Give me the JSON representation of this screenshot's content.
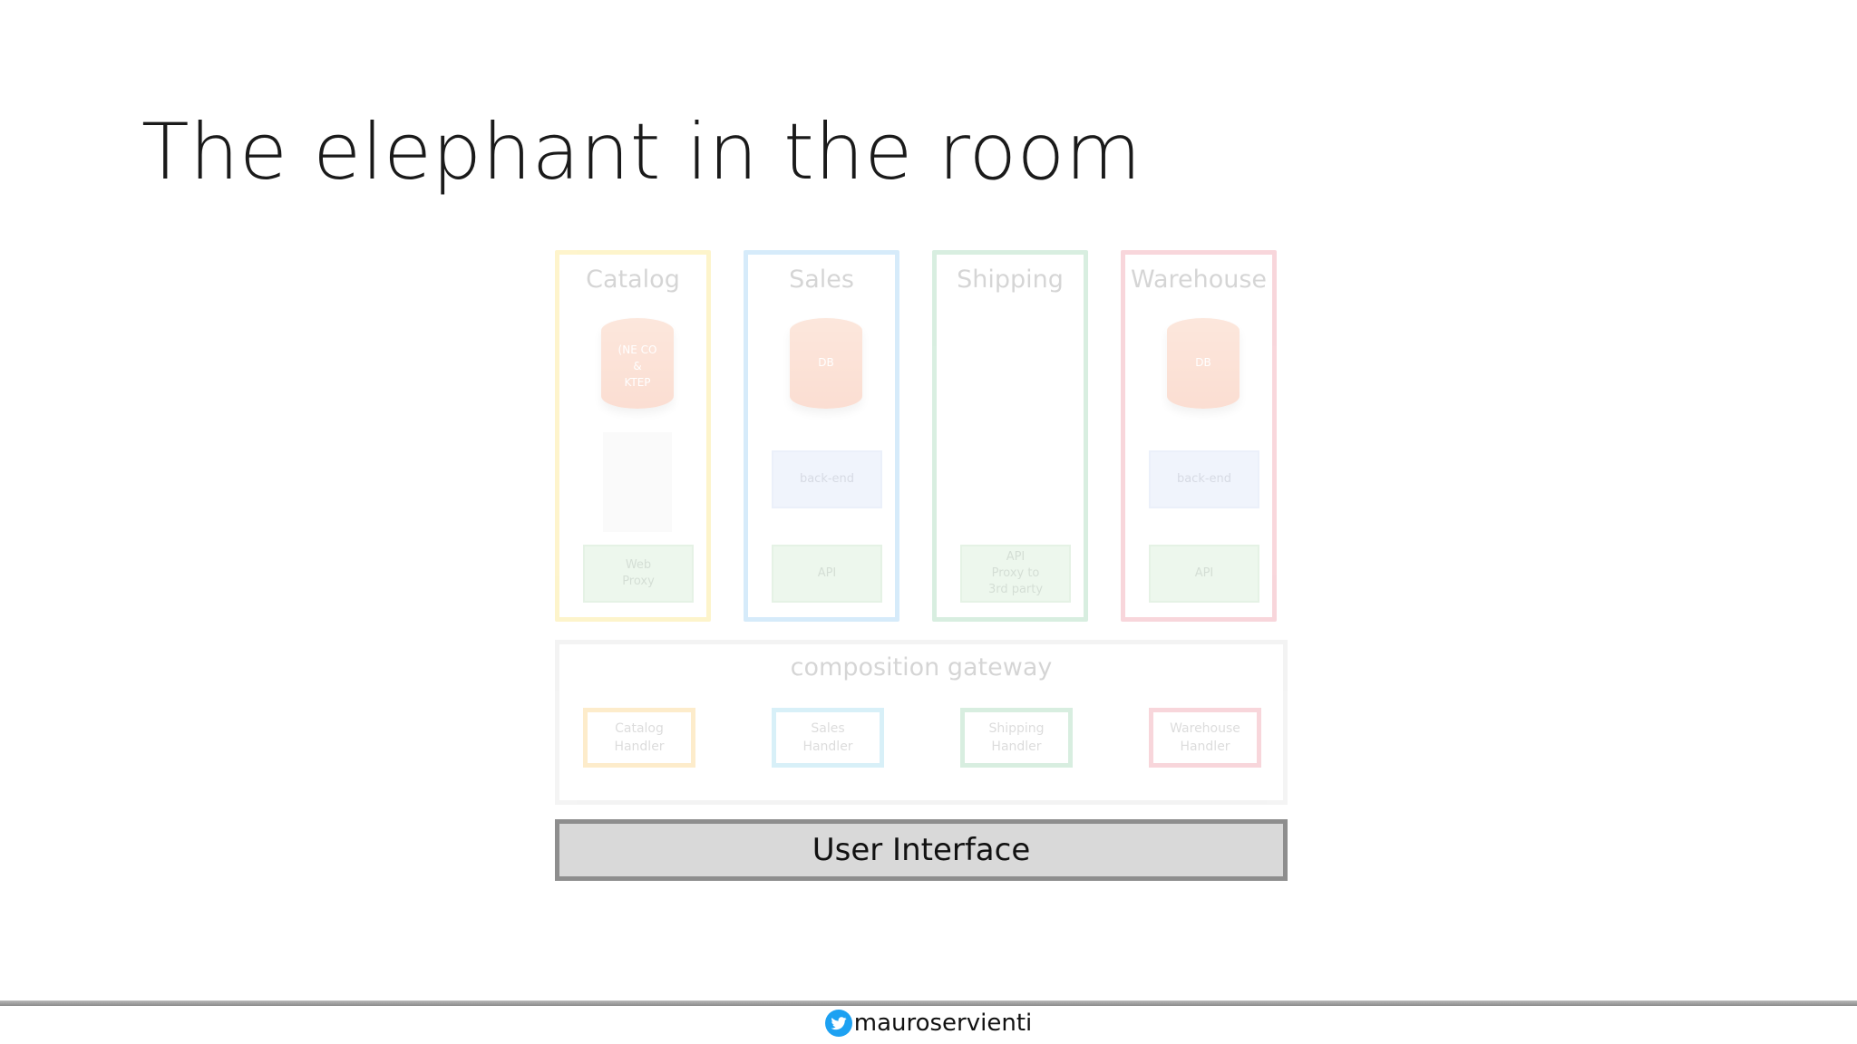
{
  "slide": {
    "title": "The elephant in the room"
  },
  "domains": [
    {
      "label": "Catalog",
      "color": "#f9c900",
      "db": [
        "(NE CO",
        "&",
        "KTEP"
      ],
      "bottom": [
        "Web",
        "Proxy"
      ]
    },
    {
      "label": "Sales",
      "color": "#3aa0e8",
      "db": [
        "DB"
      ],
      "middle": "back-end",
      "bottom": "API"
    },
    {
      "label": "Shipping",
      "color": "#3fae6a",
      "bottom": [
        "API",
        "Proxy to",
        "3rd party"
      ]
    },
    {
      "label": "Warehouse",
      "color": "#e0384f",
      "db": [
        "DB"
      ],
      "middle": "back-end",
      "bottom": "API"
    }
  ],
  "gateway": {
    "label": "composition gateway",
    "handlers": [
      {
        "lines": [
          "Catalog",
          "Handler"
        ],
        "color": "#f9a500"
      },
      {
        "lines": [
          "Sales",
          "Handler"
        ],
        "color": "#3fb8e0"
      },
      {
        "lines": [
          "Shipping",
          "Handler"
        ],
        "color": "#3fae6a"
      },
      {
        "lines": [
          "Warehouse",
          "Handler"
        ],
        "color": "#e0384f"
      }
    ]
  },
  "ui": {
    "label": "User Interface"
  },
  "footer": {
    "handle": "mauroservienti",
    "icon": "twitter-icon"
  }
}
